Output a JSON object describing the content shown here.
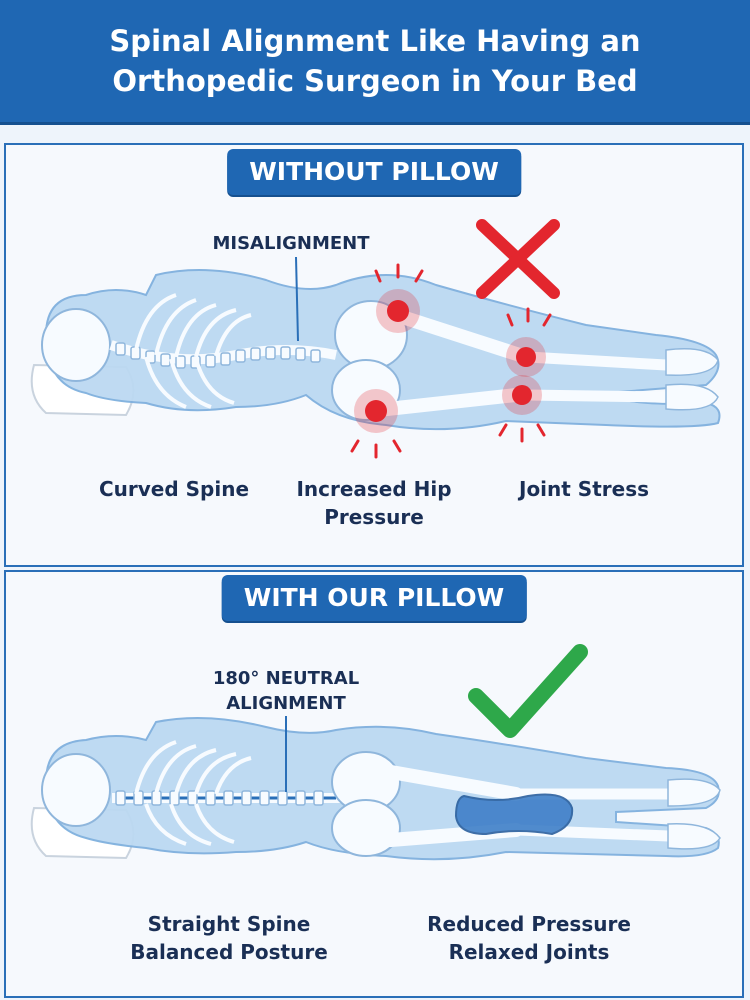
{
  "header": {
    "title_line1": "Spinal Alignment Like Having an",
    "title_line2": "Orthopedic Surgeon in Your Bed"
  },
  "without": {
    "badge": "WITHOUT PILLOW",
    "callout": "MISALIGNMENT",
    "status_icon": "red-x-icon",
    "captions": {
      "spine": "Curved Spine",
      "hip_line1": "Increased Hip",
      "hip_line2": "Pressure",
      "joint": "Joint Stress"
    }
  },
  "with": {
    "badge": "WITH OUR PILLOW",
    "callout_line1": "180° NEUTRAL",
    "callout_line2": "ALIGNMENT",
    "status_icon": "green-check-icon",
    "captions": {
      "left_line1": "Straight Spine",
      "left_line2": "Balanced Posture",
      "right_line1": "Reduced Pressure",
      "right_line2": "Relaxed Joints"
    }
  },
  "colors": {
    "brand_blue": "#1f67b3",
    "body_fill": "#bcd9f2",
    "bone": "#f7fbff",
    "pain_red": "#e3262e",
    "check_green": "#2ea84a",
    "pillow": "#3f7fc8"
  }
}
